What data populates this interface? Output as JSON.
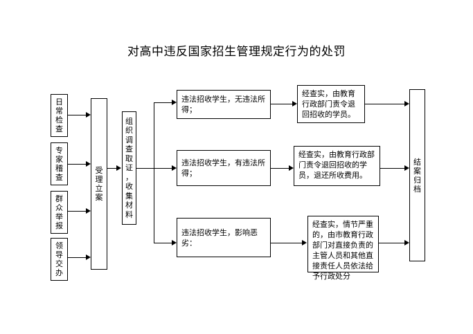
{
  "title": "对高中违反国家招生管理规定行为的处罚",
  "sources": [
    {
      "chars": [
        "日",
        "常",
        "检",
        "查"
      ]
    },
    {
      "chars": [
        "专",
        "家",
        "稽",
        "查"
      ]
    },
    {
      "chars": [
        "群",
        "众",
        "举",
        "报"
      ]
    },
    {
      "chars": [
        "领",
        "导",
        "交",
        "办"
      ]
    }
  ],
  "accept": {
    "chars": [
      "受",
      "理",
      "立",
      "案"
    ]
  },
  "investigate": {
    "chars": [
      "组",
      "织",
      "调",
      "查",
      "取",
      "证",
      "，",
      "收",
      "集",
      "材",
      "料"
    ]
  },
  "cases": [
    {
      "label": "违法招收学生，无违法所得；",
      "result": "经查实，由教育行政部门责令退回招收的学员。"
    },
    {
      "label": "违法招收学生，有违法所得；",
      "result": "经查实，由教育行政部门责令退回招收的学员，退还所收费用。"
    },
    {
      "label": "违法招收学生，影响恶劣：",
      "result": "经查实，情节严重的，由市教育行政部门对直接负责的主管人员和其他直接责任人员依法给予行政处分"
    }
  ],
  "close": {
    "chars": [
      "结",
      "案",
      "归",
      "档"
    ]
  }
}
